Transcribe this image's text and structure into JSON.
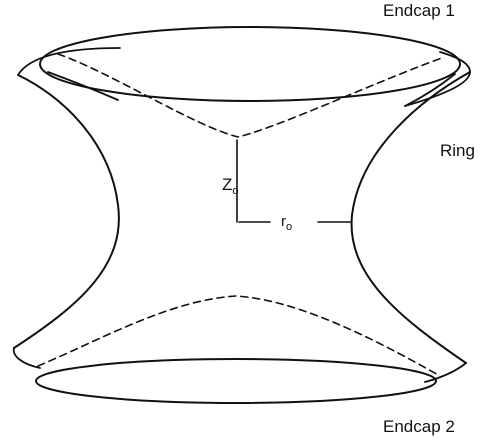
{
  "labels": {
    "endcap_top": "Endcap 1",
    "ring": "Ring",
    "endcap_bottom": "Endcap 2",
    "axial_main": "Z",
    "axial_sub": "o",
    "radial_main": "r",
    "radial_sub": "o"
  },
  "style": {
    "stroke_color": "#111111",
    "background": "#ffffff"
  }
}
